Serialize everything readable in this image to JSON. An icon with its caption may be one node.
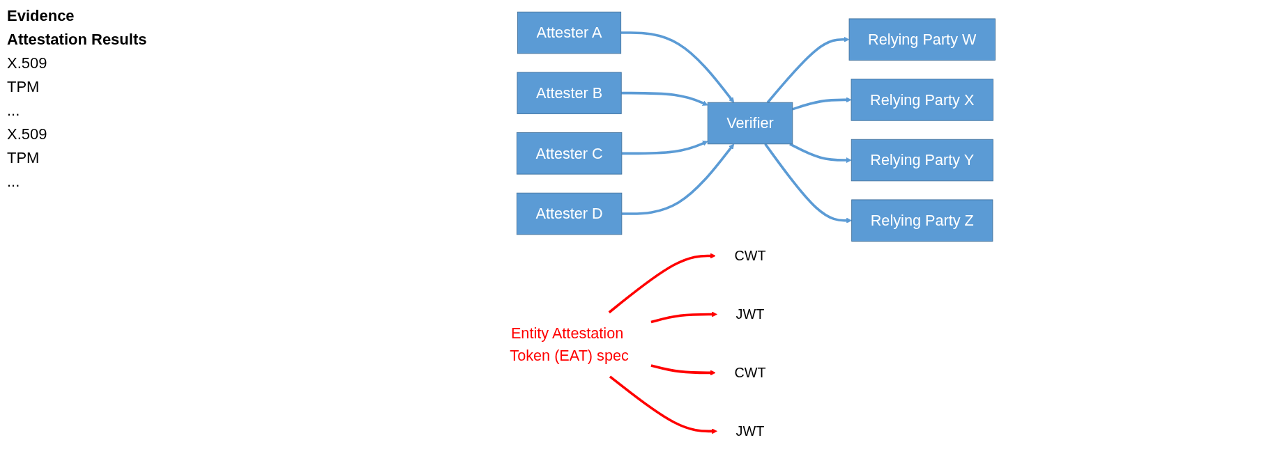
{
  "diagram": {
    "nodes": [
      {
        "text": [
          "Attester A"
        ]
      },
      {
        "text": [
          "Attester B"
        ]
      },
      {
        "text": [
          "Attester C"
        ]
      },
      {
        "text": [
          "Attester D"
        ]
      },
      {
        "text": [
          "Verifier"
        ]
      },
      {
        "text": [
          "Relying Party W"
        ]
      },
      {
        "text": [
          "Relying Party X"
        ]
      },
      {
        "text": [
          "Relying Party Y"
        ]
      },
      {
        "text": [
          "Relying Party Z"
        ]
      },
      {
        "text": [
          "Entity Attestation Token (EAT) spec"
        ]
      },
      {
        "text": [
          "CWT"
        ]
      },
      {
        "text": [
          "JWT"
        ]
      },
      {
        "text": [
          "CWT"
        ]
      },
      {
        "text": [
          "JWT"
        ]
      }
    ],
    "edges": [
      {
        "from": 0,
        "to": 4,
        "arrow": "to"
      },
      {
        "from": 1,
        "to": 4,
        "arrow": "to"
      },
      {
        "from": 2,
        "to": 4,
        "arrow": "to"
      },
      {
        "from": 3,
        "to": 4,
        "arrow": "to"
      },
      {
        "from": 4,
        "to": 5,
        "arrow": "to"
      },
      {
        "from": 4,
        "to": 6,
        "arrow": "to"
      },
      {
        "from": 4,
        "to": 7,
        "arrow": "to"
      },
      {
        "from": 4,
        "to": 8,
        "arrow": "to"
      },
      {
        "from": 9,
        "to": 10,
        "arrow": "to",
        "color": "#ff0000"
      },
      {
        "from": 9,
        "to": 11,
        "arrow": "to",
        "color": "#ff0000"
      },
      {
        "from": 9,
        "to": 12,
        "arrow": "to",
        "color": "#ff0000"
      },
      {
        "from": 9,
        "to": 13,
        "arrow": "to",
        "color": "#ff0000"
      }
    ],
    "labels": [
      "Evidence",
      "Attestation Results",
      "X.509",
      "TPM",
      "...",
      "X.509",
      "TPM",
      "..."
    ]
  }
}
